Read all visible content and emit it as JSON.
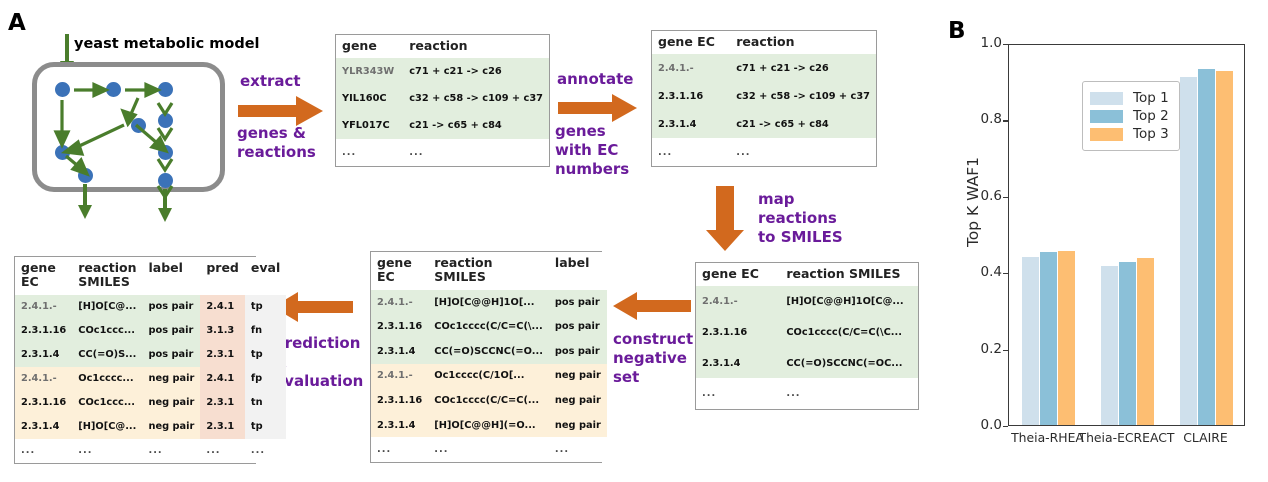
{
  "panels": {
    "a_letter": "A",
    "b_letter": "B"
  },
  "panel_a": {
    "model_title": "yeast metabolic model",
    "steps": [
      {
        "id": "extract",
        "above": "extract",
        "below": "genes &\nreactions"
      },
      {
        "id": "annotate",
        "above": "annotate",
        "below": "genes\nwith EC\nnumbers"
      },
      {
        "id": "map",
        "text": "map\nreactions\nto SMILES"
      },
      {
        "id": "construct",
        "text": "construct\nnegative\nset"
      },
      {
        "id": "predict",
        "text": "prediction\n&\nevaluation"
      }
    ],
    "step_labels": {
      "extract_above": "extract",
      "extract_below_1": "genes &",
      "extract_below_2": "reactions",
      "annotate_above": "annotate",
      "annotate_below_1": "genes",
      "annotate_below_2": "with EC",
      "annotate_below_3": "numbers",
      "map_1": "map",
      "map_2": "reactions",
      "map_3": "to SMILES",
      "construct_1": "construct",
      "construct_2": "negative",
      "construct_3": "set",
      "predict_1": "prediction",
      "predict_2": "&",
      "predict_3": "evaluation"
    },
    "table_gene_reaction": {
      "headers": [
        "gene",
        "reaction"
      ],
      "rows": [
        {
          "style": "green",
          "faint_first": true,
          "cells": [
            "YLR343W",
            "c71 + c21 -> c26"
          ]
        },
        {
          "style": "green",
          "faint_first": false,
          "cells": [
            "YIL160C",
            "c32 + c58 -> c109 + c37"
          ]
        },
        {
          "style": "green",
          "faint_first": false,
          "cells": [
            "YFL017C",
            "c21 -> c65 + c84"
          ]
        },
        {
          "style": "white",
          "faint_first": false,
          "cells": [
            "...",
            "..."
          ]
        }
      ]
    },
    "table_ec_reaction": {
      "headers": [
        "gene EC",
        "reaction"
      ],
      "rows": [
        {
          "style": "green",
          "faint_first": true,
          "cells": [
            "2.4.1.-",
            "c71 + c21 -> c26"
          ]
        },
        {
          "style": "green",
          "faint_first": false,
          "cells": [
            "2.3.1.16",
            "c32 + c58 -> c109 + c37"
          ]
        },
        {
          "style": "green",
          "faint_first": false,
          "cells": [
            "2.3.1.4",
            "c21 -> c65 + c84"
          ]
        },
        {
          "style": "white",
          "faint_first": false,
          "cells": [
            "...",
            "..."
          ]
        }
      ]
    },
    "table_ec_smiles": {
      "headers": [
        "gene EC",
        "reaction SMILES"
      ],
      "rows": [
        {
          "style": "green",
          "faint_first": true,
          "cells": [
            "2.4.1.-",
            "[H]O[C@@H]1O[C@..."
          ]
        },
        {
          "style": "green",
          "faint_first": false,
          "cells": [
            "2.3.1.16",
            "COc1cccc(C/C=C(\\C..."
          ]
        },
        {
          "style": "green",
          "faint_first": false,
          "cells": [
            "2.3.1.4",
            "CC(=O)SCCNC(=OC..."
          ]
        },
        {
          "style": "white",
          "faint_first": false,
          "cells": [
            "...",
            "..."
          ]
        }
      ]
    },
    "table_labeled": {
      "headers": [
        "gene\nEC",
        "reaction\nSMILES",
        "label"
      ],
      "headers_split": [
        [
          "gene",
          "EC"
        ],
        [
          "reaction",
          "SMILES"
        ],
        [
          "label",
          ""
        ]
      ],
      "rows": [
        {
          "style": "green",
          "faint_first": true,
          "cells": [
            "2.4.1.-",
            "[H]O[C@@H]1O[...",
            "pos pair"
          ]
        },
        {
          "style": "green",
          "faint_first": false,
          "cells": [
            "2.3.1.16",
            "COc1cccc(C/C=C(\\...",
            "pos pair"
          ]
        },
        {
          "style": "green",
          "faint_first": false,
          "cells": [
            "2.3.1.4",
            "CC(=O)SCCNC(=O...",
            "pos pair"
          ]
        },
        {
          "style": "orange",
          "faint_first": true,
          "cells": [
            "2.4.1.-",
            "Oc1cccc(C/1O[...",
            "neg pair"
          ]
        },
        {
          "style": "orange",
          "faint_first": false,
          "cells": [
            "2.3.1.16",
            "COc1cccc(C/C=C(...",
            "neg pair"
          ]
        },
        {
          "style": "orange",
          "faint_first": false,
          "cells": [
            "2.3.1.4",
            "[H]O[C@@H](=O...",
            "neg pair"
          ]
        },
        {
          "style": "white",
          "faint_first": false,
          "cells": [
            "...",
            "...",
            "..."
          ]
        }
      ]
    },
    "table_eval": {
      "headers_split": [
        [
          "gene",
          "EC"
        ],
        [
          "reaction",
          "SMILES"
        ],
        [
          "label",
          ""
        ],
        [
          "pred",
          ""
        ],
        [
          "eval",
          ""
        ]
      ],
      "rows": [
        {
          "style": "green",
          "faint_first": true,
          "cells": [
            "2.4.1.-",
            "[H]O[C@...",
            "pos pair",
            "2.4.1",
            "tp"
          ]
        },
        {
          "style": "green",
          "faint_first": false,
          "cells": [
            "2.3.1.16",
            "COc1ccc...",
            "pos pair",
            "3.1.3",
            "fn"
          ]
        },
        {
          "style": "green",
          "faint_first": false,
          "cells": [
            "2.3.1.4",
            "CC(=O)S...",
            "pos pair",
            "2.3.1",
            "tp"
          ]
        },
        {
          "style": "orange",
          "faint_first": true,
          "cells": [
            "2.4.1.-",
            "Oc1cccc...",
            "neg pair",
            "2.4.1",
            "fp"
          ]
        },
        {
          "style": "orange",
          "faint_first": false,
          "cells": [
            "2.3.1.16",
            "COc1ccc...",
            "neg pair",
            "2.3.1",
            "tn"
          ]
        },
        {
          "style": "orange",
          "faint_first": false,
          "cells": [
            "2.3.1.4",
            "[H]O[C@...",
            "neg pair",
            "2.3.1",
            "tp"
          ]
        },
        {
          "style": "white",
          "faint_first": false,
          "cells": [
            "...",
            "...",
            "...",
            "...",
            "..."
          ]
        }
      ]
    },
    "colors": {
      "arrow_orange": "#d2691e",
      "step_purple": "#6a1b9a",
      "row_green": "#e2eede",
      "row_orange": "#fdf0d9",
      "pred_col": "#f7ded0",
      "eval_col": "#f2f2f2",
      "node_blue": "#3b72b8",
      "edge_green": "#4a7d2c",
      "box_gray": "#8c8c8c"
    }
  },
  "chart_data": {
    "type": "bar",
    "title": "",
    "xlabel": "",
    "ylabel": "Top K WAF1",
    "ylim": [
      0.0,
      1.0
    ],
    "yticks": [
      "0.0",
      "0.2",
      "0.4",
      "0.6",
      "0.8",
      "1.0"
    ],
    "ytick_values": [
      0.0,
      0.2,
      0.4,
      0.6,
      0.8,
      1.0
    ],
    "grid": false,
    "legend_position": "upper left",
    "categories": [
      "Theia-RHEA",
      "Theia-ECREACT",
      "CLAIRE"
    ],
    "series": [
      {
        "name": "Top 1",
        "color": "#cfe0ec",
        "values": [
          0.44,
          0.415,
          0.912
        ]
      },
      {
        "name": "Top 2",
        "color": "#8bc0d8",
        "values": [
          0.452,
          0.428,
          0.932
        ]
      },
      {
        "name": "Top 3",
        "color": "#fdbe72",
        "values": [
          0.456,
          0.438,
          0.927
        ]
      }
    ]
  }
}
